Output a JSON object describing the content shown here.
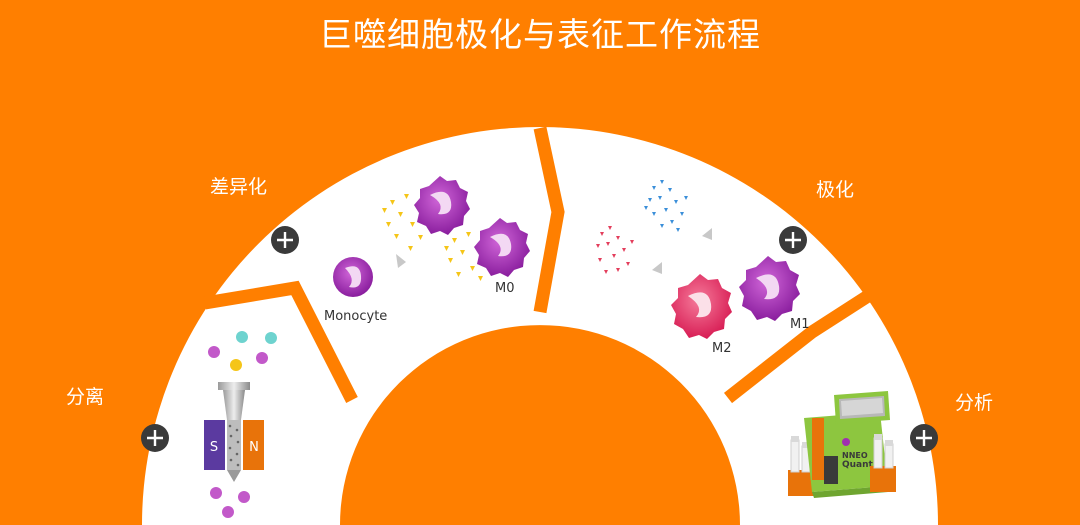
{
  "title": "巨噬细胞极化与表征工作流程",
  "stages": {
    "separation": "分离",
    "differentiation": "差异化",
    "polarization": "极化",
    "analysis": "分析"
  },
  "cells": {
    "monocyte": "Monocyte",
    "m0": "M0",
    "m1": "M1",
    "m2": "M2"
  },
  "magnet": {
    "south": "S",
    "north": "N"
  },
  "device": {
    "brand_line1": "NNEO",
    "brand_line2": "Quant"
  },
  "colors": {
    "background": "#FF7F00",
    "ring": "#FFFFFF",
    "plus_button": "#3A3A3A",
    "cell_purple": "#A030B0",
    "cell_pink": "#E8336A",
    "magnet_south": "#5B3AA0",
    "magnet_north": "#E8730A",
    "device_green": "#8DC63F"
  },
  "icons": [
    "plus-icon",
    "arrow-icon",
    "magnet-icon",
    "cell-icon",
    "instrument-icon"
  ]
}
